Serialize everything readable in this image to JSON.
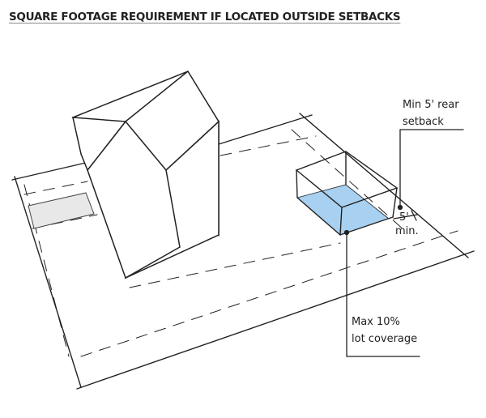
{
  "title": "SQUARE FOOTAGE REQUIREMENT IF LOCATED OUTSIDE SETBACKS",
  "labels": {
    "rear_setback": [
      "Min 5' rear",
      "setback"
    ],
    "distance": [
      "5'",
      "min."
    ],
    "coverage": [
      "Max 10%",
      "lot coverage"
    ]
  },
  "colors": {
    "coverage_fill": "#a8d0f0",
    "driveway_fill": "#e8e8e8",
    "line": "#222222"
  }
}
